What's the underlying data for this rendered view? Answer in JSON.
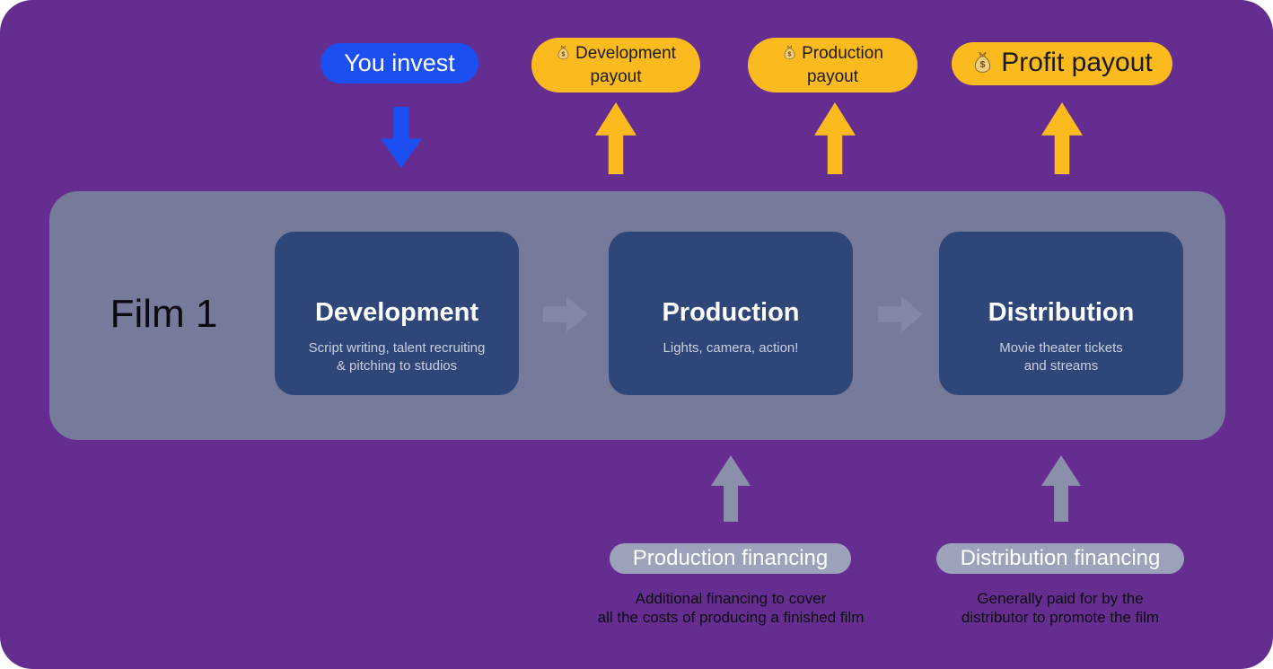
{
  "colors": {
    "background": "#662D91",
    "invest_pill": "#1B4FF2",
    "payout_pill": "#FBBA1E",
    "film_container": "#767B9C",
    "stage_card": "#2F4679",
    "stage_arrow": "#8289A8",
    "financing_pill": "#9BA2BA",
    "financing_arrow": "#8A90AA",
    "invest_text": "#FFFFFF",
    "payout_text": "#1A1A1A",
    "caption_text": "#0B0B0F"
  },
  "invest": {
    "label": "You invest"
  },
  "payouts": [
    {
      "icon": "money-bag-icon",
      "label": "Development payout"
    },
    {
      "icon": "money-bag-icon",
      "label": "Production payout"
    },
    {
      "icon": "money-bag-icon",
      "label": "Profit payout"
    }
  ],
  "film": {
    "label": "Film 1",
    "stages": [
      {
        "title": "Development",
        "subtitle": "Script writing, talent recruiting\n& pitching to studios"
      },
      {
        "title": "Production",
        "subtitle": "Lights, camera, action!"
      },
      {
        "title": "Distribution",
        "subtitle": "Movie theater tickets\nand streams"
      }
    ]
  },
  "financing": [
    {
      "label": "Production financing",
      "caption": "Additional financing to cover\nall the costs of producing a finished film"
    },
    {
      "label": "Distribution financing",
      "caption": "Generally paid for by the\ndistributor to promote the film"
    }
  ]
}
